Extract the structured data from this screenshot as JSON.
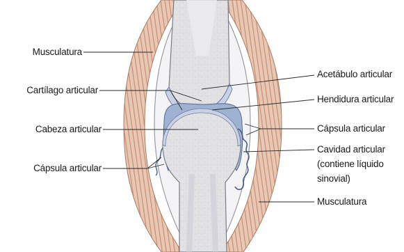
{
  "labels": {
    "left": {
      "musculatura": "Musculatura",
      "cartilago": "Cartílago articular",
      "cabeza": "Cabeza articular",
      "capsula": "Cápsula articular"
    },
    "right": {
      "acetabulo": "Acetábulo articular",
      "hendidura": "Hendidura articular",
      "capsula": "Cápsula articular",
      "cavidad_lines": [
        "Cavidad articular",
        "(contiene líquido",
        "sinovial)"
      ],
      "musculatura": "Musculatura"
    }
  },
  "colors": {
    "muscle": "#e6c3ae",
    "muscle_stripe": "#c98f73",
    "bone": "#e3e3e6",
    "cartilage": "#c9d3e8",
    "cavity": "#8fa7c9",
    "capsule": "#b8b8c8",
    "leader": "#2a2a2a"
  }
}
